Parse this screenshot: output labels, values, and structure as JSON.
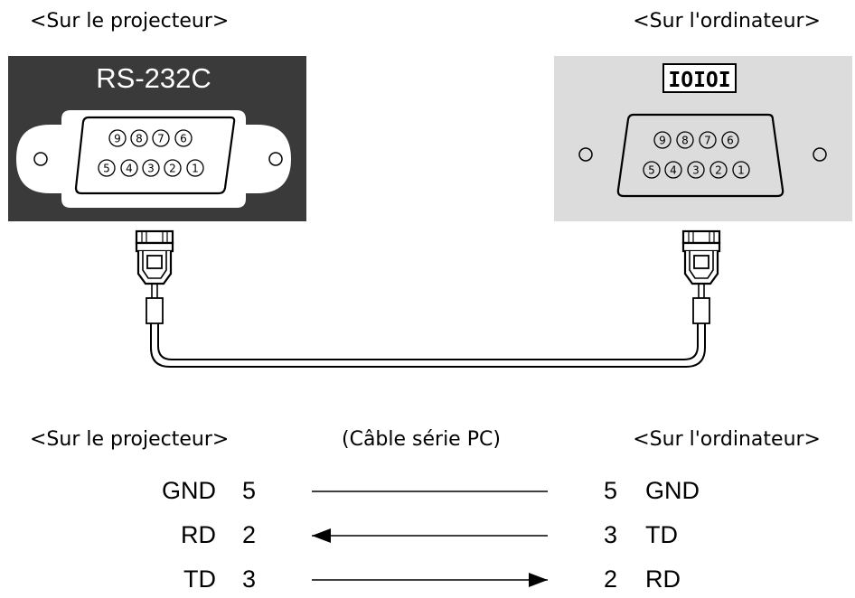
{
  "headings": {
    "top_left": "<Sur le projecteur>",
    "top_right": "<Sur l'ordinateur>",
    "bottom_left": "<Sur le projecteur>",
    "bottom_center": "(Câble série PC)",
    "bottom_right": "<Sur l'ordinateur>"
  },
  "projector_panel": {
    "label": "RS-232C",
    "pins_top": [
      "9",
      "8",
      "7",
      "6"
    ],
    "pins_bottom": [
      "5",
      "4",
      "3",
      "2",
      "1"
    ]
  },
  "computer_panel": {
    "label": "IOIOI",
    "pins_top": [
      "9",
      "8",
      "7",
      "6"
    ],
    "pins_bottom": [
      "5",
      "4",
      "3",
      "2",
      "1"
    ]
  },
  "wiring": [
    {
      "left_name": "GND",
      "left_pin": "5",
      "direction": "none",
      "right_pin": "5",
      "right_name": "GND"
    },
    {
      "left_name": "RD",
      "left_pin": "2",
      "direction": "to-left",
      "right_pin": "3",
      "right_name": "TD"
    },
    {
      "left_name": "TD",
      "left_pin": "3",
      "direction": "to-right",
      "right_pin": "2",
      "right_name": "RD"
    }
  ],
  "colors": {
    "projector_panel_bg": "#3a3a3a",
    "computer_panel_bg": "#dcdcdc",
    "line": "#000000"
  }
}
